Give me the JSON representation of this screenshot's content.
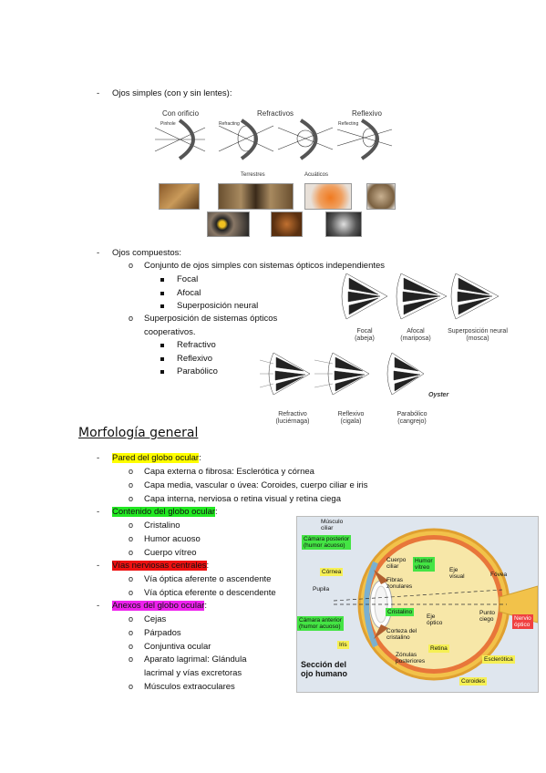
{
  "sections": {
    "simple": {
      "label": "Ojos simples (con y sin lentes):"
    },
    "compound": {
      "label": "Ojos compuestos:",
      "sub1": "Conjunto de ojos simples con sistemas ópticos independientes",
      "sub1_items": [
        "Focal",
        "Afocal",
        "Superposición neural"
      ],
      "sub2_line1": "Superposición de sistemas ópticos",
      "sub2_line2": "cooperativos.",
      "sub2_items": [
        "Refractivo",
        "Reflexivo",
        "Parabólico"
      ]
    },
    "morphology": {
      "title": "Morfología general",
      "groups": [
        {
          "label": "Pared del globo ocular",
          "items": [
            "Capa externa o fibrosa: Esclerótica y córnea",
            "Capa media, vascular o úvea: Coroides, cuerpo ciliar e iris",
            "Capa interna, nerviosa o retina visual y retina ciega"
          ]
        },
        {
          "label": "Contenido del globo ocular",
          "items": [
            "Cristalino",
            "Humor acuoso",
            "Cuerpo vítreo"
          ]
        },
        {
          "label": "Vías nerviosas centrales",
          "items": [
            "Vía óptica aferente o ascendente",
            "Vía óptica eferente o descendente"
          ]
        },
        {
          "label": "Anexos del globo ocular",
          "items": [
            "Cejas",
            "Párpados",
            "Conjuntiva ocular",
            "Aparato lagrimal: Glándula",
            "lacrimal y vías excretoras",
            "Músculos extraoculares"
          ]
        }
      ]
    }
  },
  "figure_simple": {
    "titles": [
      "Con orificio",
      "Refractivos",
      "Reflexivo"
    ],
    "small": [
      "Pinhole",
      "Refracting",
      "Reflecting"
    ],
    "bottom": [
      "Terrestres",
      "Acuáticos"
    ]
  },
  "figure_compound": {
    "row1": [
      {
        "name": "Focal",
        "sub": "(abeja)"
      },
      {
        "name": "Afocal",
        "sub": "(mariposa)"
      },
      {
        "name": "Superposición neural",
        "sub": "(mosca)"
      }
    ],
    "row2": [
      {
        "name": "Refractivo",
        "sub": "(luciérnaga)"
      },
      {
        "name": "Reflexivo",
        "sub": "(cigala)"
      },
      {
        "name": "Parabólico",
        "sub": "(cangrejo)"
      }
    ],
    "oyster": "Oyster"
  },
  "eye": {
    "title_line1": "Sección del",
    "title_line2": "ojo humano",
    "labels": {
      "musculo": "Músculo",
      "ciliar": "ciliar",
      "camara_post_1": "Cámara posterior",
      "camara_post_2": "(humor acuoso)",
      "cuerpo_1": "Cuerpo",
      "cuerpo_2": "ciliar",
      "humor_1": "Humor",
      "humor_2": "vítreo",
      "cornea": "Córnea",
      "fibras_1": "Fibras",
      "fibras_2": "zonulares",
      "eje_visual_1": "Eje",
      "eje_visual_2": "visual",
      "fovea": "Fóvea",
      "pupila": "Pupila",
      "cristalino": "Cristalino",
      "eje_optico_1": "Eje",
      "eje_optico_2": "óptico",
      "punto_1": "Punto",
      "punto_2": "ciego",
      "nervio_1": "Nervio",
      "nervio_2": "óptico",
      "camara_ant_1": "Cámara anterior",
      "camara_ant_2": "(humor acuoso)",
      "corteza_1": "Corteza del",
      "corteza_2": "cristalino",
      "iris": "Iris",
      "retina": "Retina",
      "esclerotica": "Esclerótica",
      "zonulas_1": "Zónulas",
      "zonulas_2": "posteriores",
      "coroides": "Coroides"
    }
  }
}
